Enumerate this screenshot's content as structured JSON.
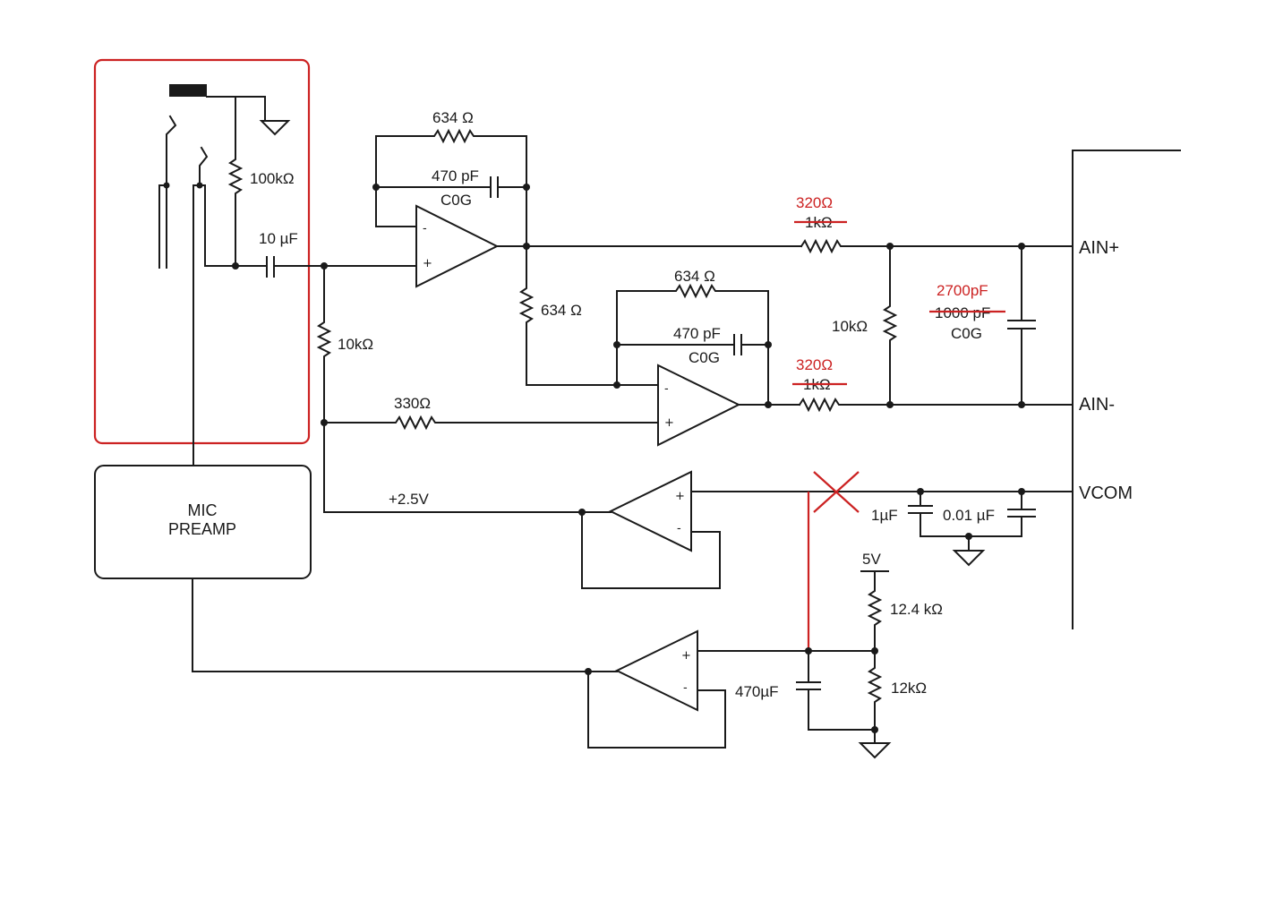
{
  "labels": {
    "jack_resistor": "100kΩ",
    "input_cap": "10 µF",
    "bias_resistor": "10kΩ",
    "fb_resistor_top": "634 Ω",
    "fb_cap_top": "470 pF",
    "fb_cap_top_type": "C0G",
    "mid_resistor": "634 Ω",
    "fb_resistor_bottom": "634 Ω",
    "fb_cap_bottom": "470 pF",
    "fb_cap_bottom_type": "C0G",
    "bottom_input_resistor": "330Ω",
    "rail_label": "+2.5V",
    "out_r_top_new": "320Ω",
    "out_r_top_old": "1kΩ",
    "out_r_bottom_new": "320Ω",
    "out_r_bottom_old": "1kΩ",
    "term_resistor": "10kΩ",
    "diff_cap_new": "2700pF",
    "diff_cap_old": "1000 pF",
    "diff_cap_type": "C0G",
    "vcom_cap1": "1µF",
    "vcom_cap2": "0.01 µF",
    "supply": "5V",
    "div_r_top": "12.4 kΩ",
    "div_r_bottom": "12kΩ",
    "div_cap": "470µF"
  },
  "pins": {
    "ain_plus": "AIN+",
    "ain_minus": "AIN-",
    "vcom": "VCOM"
  },
  "preamp": {
    "line1": "MIC",
    "line2": "PREAMP"
  },
  "opamp_signs": {
    "minus": "-",
    "plus": "+"
  },
  "colors": {
    "wire": "#1a1a1a",
    "annotation": "#cc2222"
  }
}
